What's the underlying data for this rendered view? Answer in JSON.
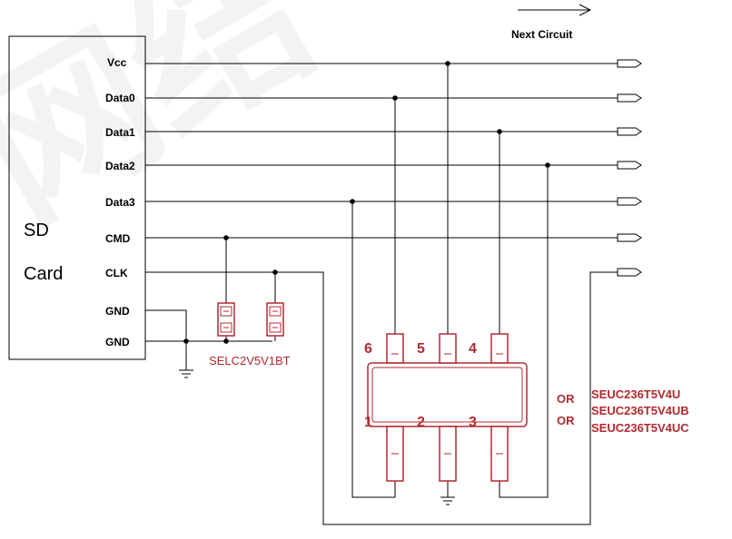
{
  "legend": {
    "label": "Next Circuit"
  },
  "card": {
    "line1": "SD",
    "line2": "Card"
  },
  "pins": [
    {
      "label": "Vcc"
    },
    {
      "label": "Data0"
    },
    {
      "label": "Data1"
    },
    {
      "label": "Data2"
    },
    {
      "label": "Data3"
    },
    {
      "label": "CMD"
    },
    {
      "label": "CLK"
    },
    {
      "label": "GND"
    },
    {
      "label": "GND"
    }
  ],
  "tvs_part": "SELC2V5V1BT",
  "ic_pins": [
    "6",
    "5",
    "4",
    "1",
    "2",
    "3"
  ],
  "alternatives": [
    {
      "prefix": "",
      "part": "SEUC236T5V4U"
    },
    {
      "prefix": "OR",
      "part": "SEUC236T5V4UB"
    },
    {
      "prefix": "OR",
      "part": "SEUC236T5V4UC"
    }
  ],
  "colors": {
    "wire": "#000000",
    "component": "#b02a30"
  }
}
